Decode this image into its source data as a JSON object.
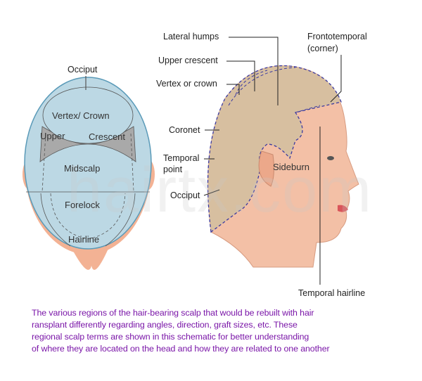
{
  "top_view": {
    "labels": {
      "occiput": "Occiput",
      "vertex_crown": "Vertex/ Crown",
      "upper": "Upper",
      "crescent": "Crescent",
      "midscalp": "Midscalp",
      "forelock": "Forelock",
      "hairline": "Hairline"
    }
  },
  "side_view": {
    "labels": {
      "lateral_humps": "Lateral humps",
      "upper_crescent": "Upper crescent",
      "vertex_or_crown": "Vertex or crown",
      "frontotemporal_1": "Frontotemporal",
      "frontotemporal_2": "(corner)",
      "coronet": "Coronet",
      "temporal_point_1": "Temporal",
      "temporal_point_2": "point",
      "occiput": "Occiput",
      "sideburn": "Sideburn",
      "temporal_hairline": "Temporal hairline"
    }
  },
  "watermark": "hairtx.com",
  "caption": [
    "The various regions of the hair-bearing scalp that would be rebuilt with hair",
    "ransplant differently regarding angles, direction, graft sizes, etc. These",
    "regional scalp terms are shown in this schematic for better understanding",
    "of where they are located on the head and how they are related to one another"
  ],
  "colors": {
    "caption": "#7a16a8",
    "scalp": "#b9d6e2",
    "skin": "#f3b294",
    "hair": "#d7bfa0"
  }
}
